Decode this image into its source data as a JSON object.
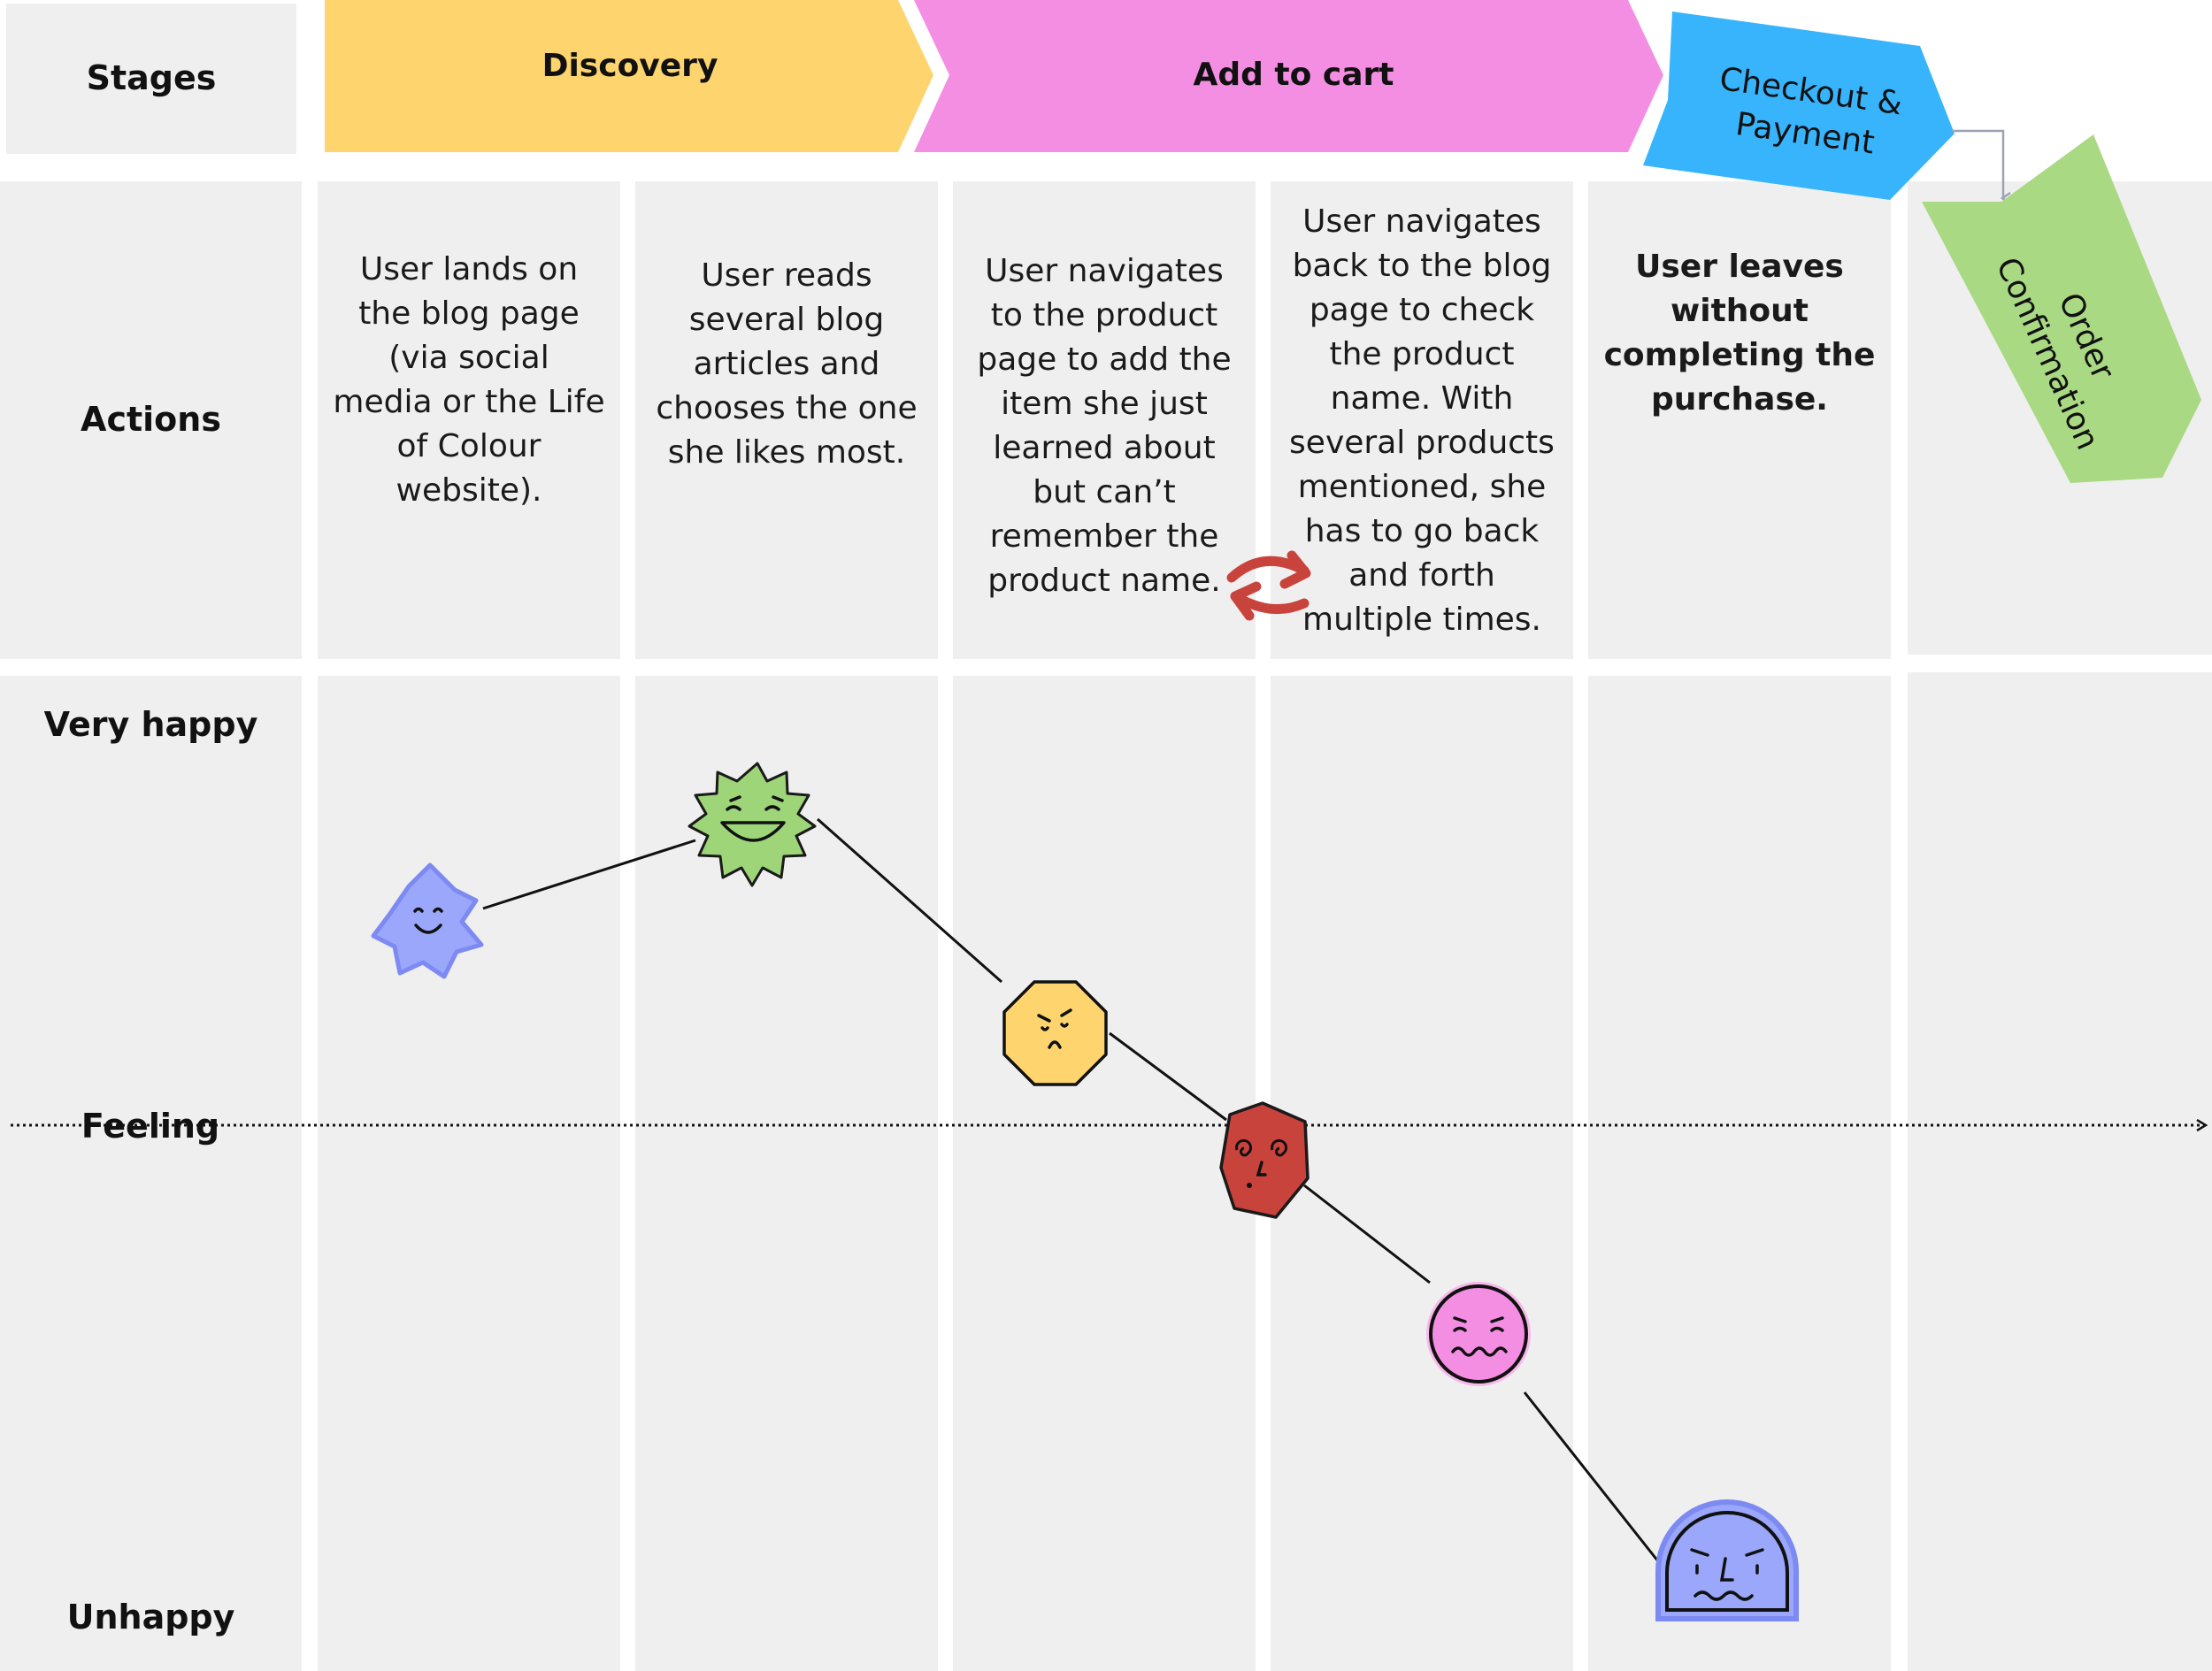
{
  "row_labels": {
    "stages": "Stages",
    "actions": "Actions",
    "very_happy": "Very happy",
    "feeling": "Feeling",
    "unhappy": "Unhappy"
  },
  "stages": [
    {
      "label": "Discovery",
      "color": "#fed46f"
    },
    {
      "label": "Add to cart",
      "color": "#f48ee3"
    },
    {
      "label_lines": [
        "Checkout &",
        "Payment"
      ],
      "color": "#38b4fd"
    },
    {
      "label_lines": [
        "Order",
        "Confirmation"
      ],
      "color": "#a9d983"
    }
  ],
  "actions": [
    "User lands on\nthe blog page\n(via social\nmedia or the Life\nof Colour\nwebsite).",
    "User reads\nseveral blog\narticles and\nchooses the one\nshe likes most.",
    "User navigates\nto the product\npage to add the\nitem she just\nlearned about\nbut can’t\nremember the\nproduct name.",
    "User navigates\nback to the blog\npage to check\nthe product\nname. With\nseveral products\nmentioned, she\nhas to go back\nand forth\nmultiple times.",
    "User leaves\nwithout\ncompleting the\npurchase."
  ],
  "emotion_faces": [
    {
      "name": "blue-cross-face-icon",
      "feeling": 0.55,
      "color": "#9ba7fa"
    },
    {
      "name": "green-sun-face-icon",
      "feeling": 0.75,
      "color": "#9ed579"
    },
    {
      "name": "yellow-octagon-face-icon",
      "feeling": 0.2,
      "color": "#fed46f"
    },
    {
      "name": "red-hexagon-face-icon",
      "feeling": -0.07,
      "color": "#c9433d"
    },
    {
      "name": "pink-circle-face-icon",
      "feeling": -0.45,
      "color": "#f48ee3"
    },
    {
      "name": "blue-arch-face-icon",
      "feeling": -0.95,
      "color": "#9ba7fa"
    }
  ],
  "colors": {
    "cell_bg": "#efefef",
    "loop_arrow": "#c9433d",
    "connector": "#9aa3b5"
  }
}
